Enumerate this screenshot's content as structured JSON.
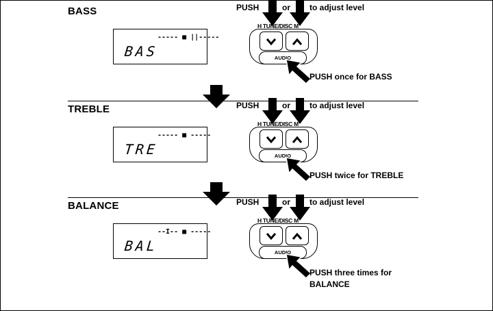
{
  "sections": [
    {
      "title": "BASS",
      "display_text": "BAS",
      "level_indicator": "----- ■ ||-----",
      "push": "PUSH",
      "or": "or",
      "adjust": "to adjust level",
      "tune_label": "H TUNE/DISC M",
      "audio_label": "AUDIO",
      "instruction_lines": [
        "PUSH once for BASS"
      ]
    },
    {
      "title": "TREBLE",
      "display_text": "TRE",
      "level_indicator": "----- ■ -----",
      "push": "PUSH",
      "or": "or",
      "adjust": "to adjust level",
      "tune_label": "H TUNE/DISC M",
      "audio_label": "AUDIO",
      "instruction_lines": [
        "PUSH twice for TREBLE"
      ]
    },
    {
      "title": "BALANCE",
      "display_text": "BAL",
      "level_indicator": "--I-- ■ -----",
      "push": "PUSH",
      "or": "or",
      "adjust": "to adjust level",
      "tune_label": "H TUNE/DISC M",
      "audio_label": "AUDIO",
      "instruction_lines": [
        "PUSH three times for",
        "BALANCE"
      ]
    }
  ],
  "icons": {
    "big_arrow": "down-arrow-icon",
    "key_down": "chevron-down-icon",
    "key_up": "chevron-up-icon",
    "press_arrow": "press-arrow-icon"
  },
  "colors": {
    "ink": "#000000",
    "background": "#ffffff"
  }
}
